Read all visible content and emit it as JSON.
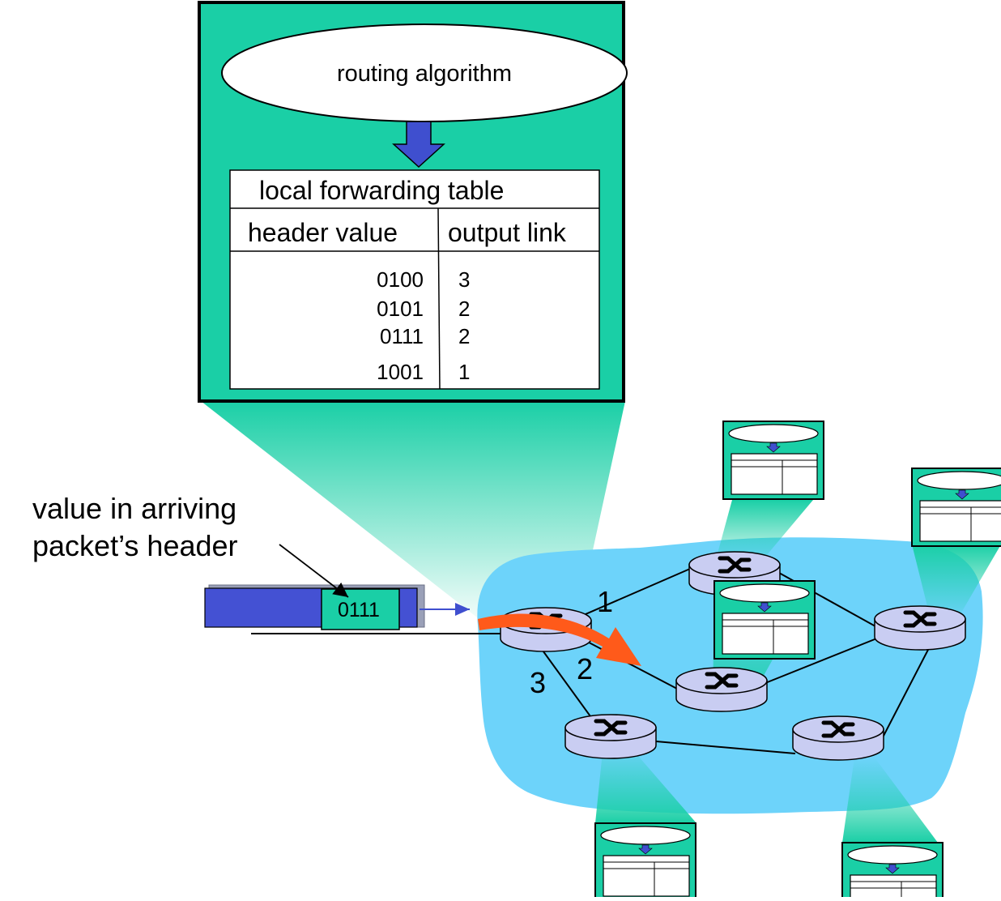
{
  "routing_algorithm_label": "routing algorithm",
  "forwarding_table": {
    "title": "local forwarding table",
    "columns": [
      "header value",
      "output link"
    ],
    "rows": [
      {
        "header_value": "0100",
        "output_link": "3"
      },
      {
        "header_value": "0101",
        "output_link": "2"
      },
      {
        "header_value": "0111",
        "output_link": "2"
      },
      {
        "header_value": "1001",
        "output_link": "1"
      }
    ]
  },
  "annotation": {
    "line1": "value in arriving",
    "line2": "packet’s header"
  },
  "packet": {
    "header_value": "0111"
  },
  "link_labels": {
    "link1": "1",
    "link2": "2",
    "link3": "3"
  },
  "colors": {
    "table_box_fill": "#1ACFA6",
    "arrow_blue": "#3F4FCF",
    "cloud_blue": "#6DD3FA",
    "router_fill": "#C9CDF2",
    "forwarding_arrow": "#FF5A1A",
    "packet_body": "#4451D3"
  }
}
